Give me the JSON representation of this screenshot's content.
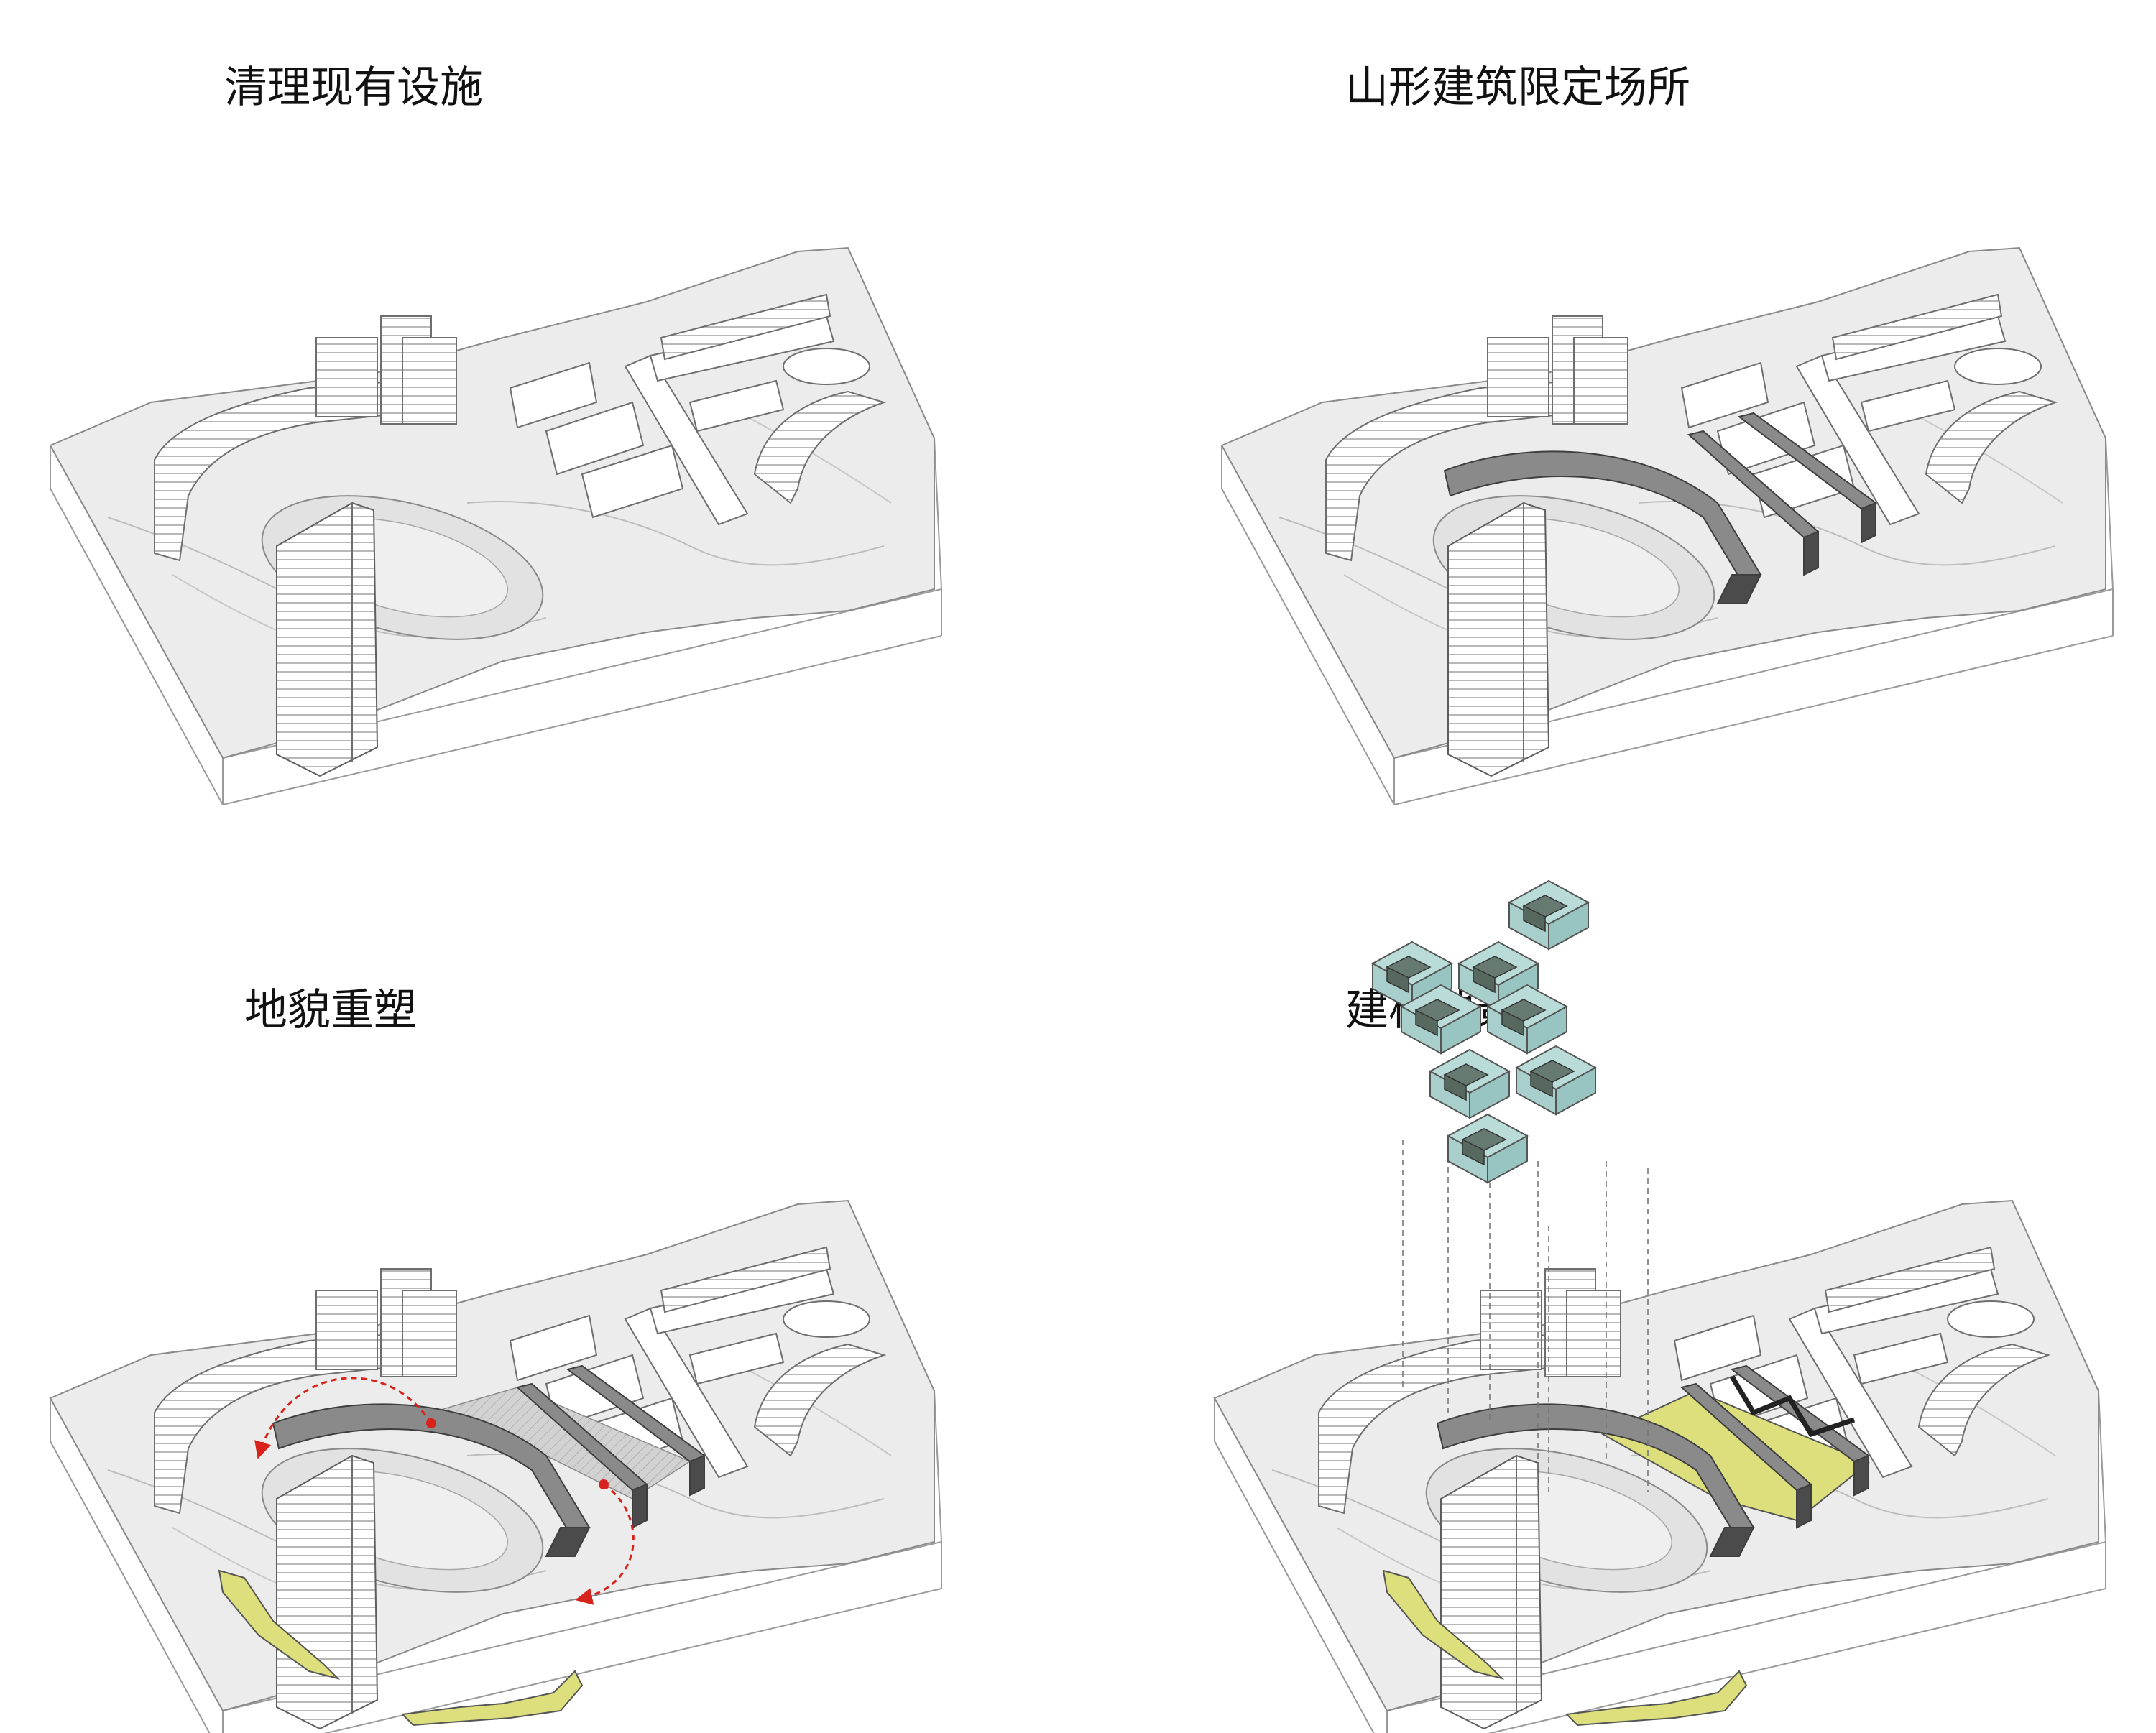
{
  "panels": [
    {
      "id": "p1",
      "title": "清理现有设施"
    },
    {
      "id": "p2",
      "title": "山形建筑限定场所"
    },
    {
      "id": "p3",
      "title": "地貌重塑"
    },
    {
      "id": "p4",
      "title": "建构地景"
    }
  ],
  "colors": {
    "ground": "#ececec",
    "ground_dark": "#d9d9d9",
    "building": "#ffffff",
    "outline": "#6e6e6e",
    "wall_dark": "#5d5d5d",
    "wall_mid": "#8a8a8a",
    "landscape_yellow": "#dcdf7c",
    "glass_box": "#b9dcd9",
    "module_dark": "#667a72",
    "arrow_red": "#d8231c"
  }
}
